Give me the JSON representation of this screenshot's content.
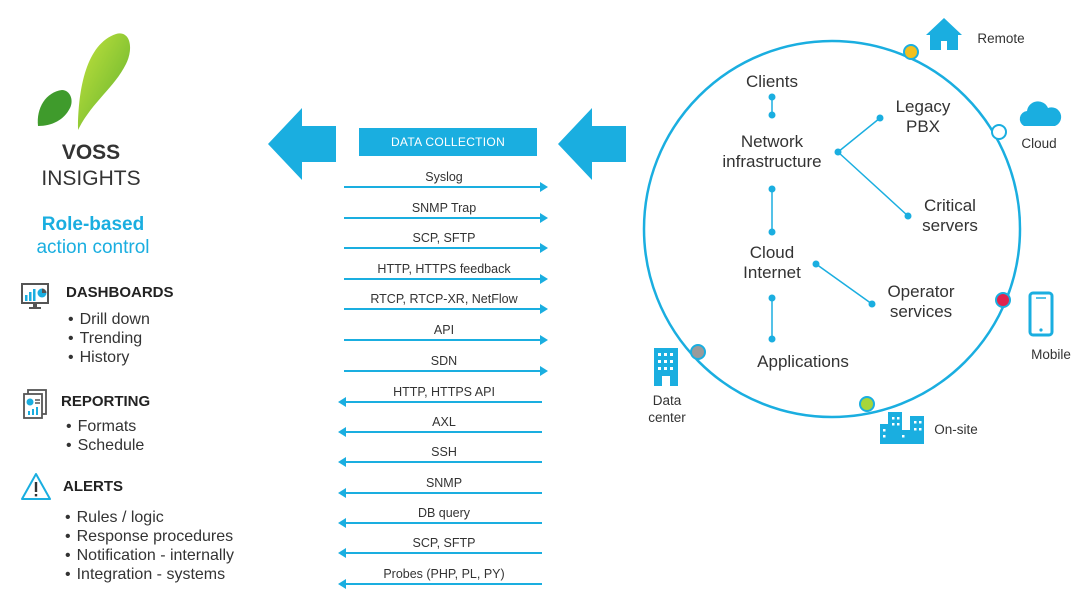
{
  "brand": {
    "line1": "VOSS",
    "line2": "INSIGHTS"
  },
  "role": {
    "line1": "Role-based",
    "line2": "action control"
  },
  "sections": [
    {
      "title": "DASHBOARDS",
      "icon": "dashboard-icon",
      "items": [
        "Drill down",
        "Trending",
        "History"
      ]
    },
    {
      "title": "REPORTING",
      "icon": "report-icon",
      "items": [
        "Formats",
        "Schedule"
      ]
    },
    {
      "title": "ALERTS",
      "icon": "alert-icon",
      "items": [
        "Rules / logic",
        "Response procedures",
        "Notification - internally",
        "Integration - systems"
      ]
    }
  ],
  "data_collection": "DATA COLLECTION",
  "protocols": [
    {
      "label": "Syslog",
      "direction": "right"
    },
    {
      "label": "SNMP Trap",
      "direction": "right"
    },
    {
      "label": "SCP, SFTP",
      "direction": "right"
    },
    {
      "label": "HTTP, HTTPS feedback",
      "direction": "right"
    },
    {
      "label": "RTCP, RTCP-XR, NetFlow",
      "direction": "right"
    },
    {
      "label": "API",
      "direction": "right"
    },
    {
      "label": "SDN",
      "direction": "right"
    },
    {
      "label": "HTTP, HTTPS API",
      "direction": "left"
    },
    {
      "label": "AXL",
      "direction": "left"
    },
    {
      "label": "SSH",
      "direction": "left"
    },
    {
      "label": "SNMP",
      "direction": "left"
    },
    {
      "label": "DB query",
      "direction": "left"
    },
    {
      "label": "SCP, SFTP",
      "direction": "left"
    },
    {
      "label": "Probes (PHP, PL, PY)",
      "direction": "left"
    }
  ],
  "nodes": {
    "clients": "Clients",
    "network_1": "Network",
    "network_2": "infrastructure",
    "legacy_1": "Legacy",
    "legacy_2": "PBX",
    "critical_1": "Critical",
    "critical_2": "servers",
    "cloud_1": "Cloud",
    "cloud_2": "Internet",
    "operator_1": "Operator",
    "operator_2": "services",
    "applications": "Applications"
  },
  "sites": {
    "remote": "Remote",
    "cloud": "Cloud",
    "mobile": "Mobile",
    "datacenter_1": "Data",
    "datacenter_2": "center",
    "onsite": "On-site"
  },
  "colors": {
    "accent": "#1aaee0",
    "logo_green_light": "#a6d63a",
    "logo_green_dark": "#3f9b2c",
    "dot_remote": "#f2c01e",
    "dot_mobile": "#e0234e",
    "dot_datacenter": "#9a9a9a",
    "dot_onsite": "#a6d63a"
  }
}
